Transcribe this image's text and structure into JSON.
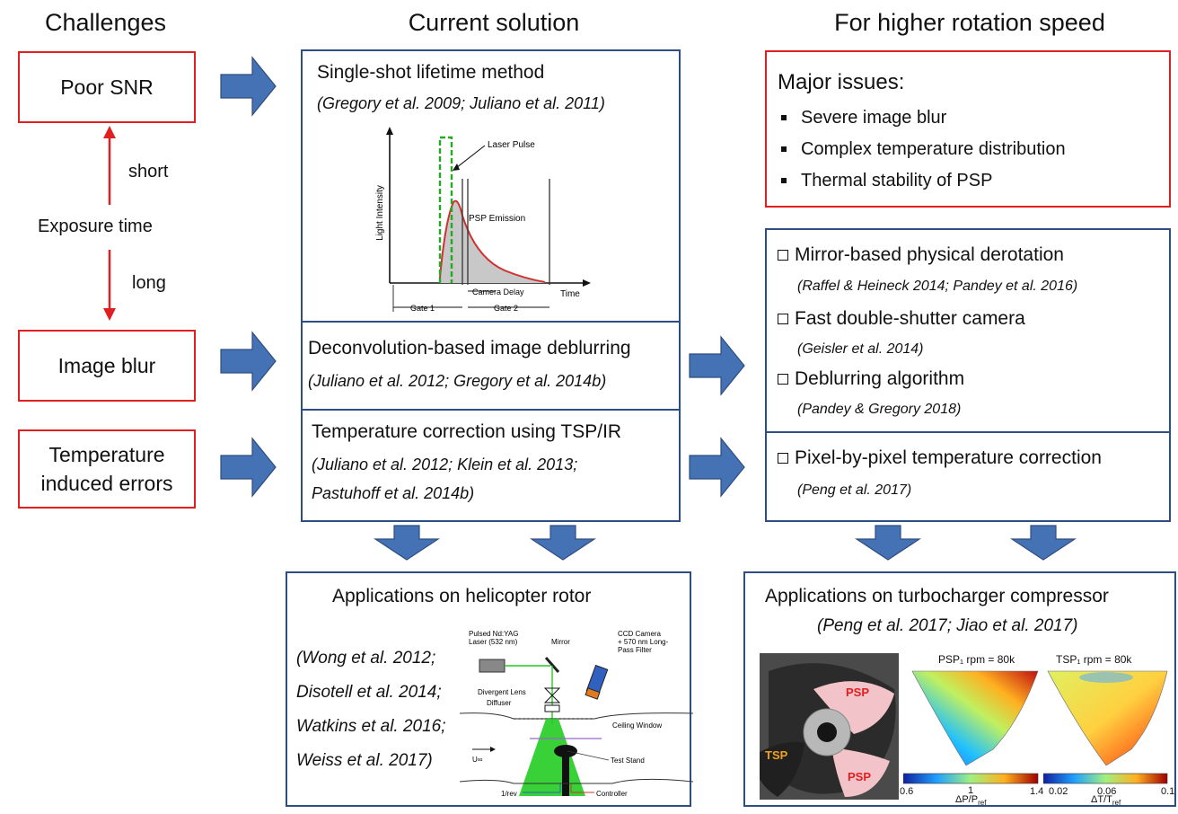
{
  "headers": {
    "challenges": "Challenges",
    "current": "Current solution",
    "higher": "For higher rotation speed"
  },
  "challenges": {
    "poor_snr": "Poor SNR",
    "short": "short",
    "exposure_time": "Exposure time",
    "long": "long",
    "image_blur": "Image blur",
    "temp_line1": "Temperature",
    "temp_line2": "induced errors"
  },
  "current": {
    "single_shot_title": "Single-shot lifetime method",
    "single_shot_cite": "(Gregory et al. 2009; Juliano et al. 2011)",
    "deblur_title": "Deconvolution-based image deblurring",
    "deblur_cite": "(Juliano et al. 2012; Gregory et al. 2014b)",
    "tsp_title": "Temperature correction using TSP/IR",
    "tsp_cite1": "(Juliano et al. 2012; Klein et al. 2013;",
    "tsp_cite2": "Pastuhoff et al. 2014b)"
  },
  "lifetime_plot": {
    "ylabel": "Light Intensity",
    "xlabel": "Time",
    "laser_pulse": "Laser Pulse",
    "psp_emission": "PSP Emission",
    "camera_delay": "Camera Delay",
    "gate1": "Gate 1",
    "gate2": "Gate 2"
  },
  "higher": {
    "major_title": "Major issues:",
    "issues": [
      "Severe image blur",
      "Complex temperature distribution",
      "Thermal stability of PSP"
    ],
    "mirror": "Mirror-based physical derotation",
    "mirror_cite": "(Raffel & Heineck 2014; Pandey et al. 2016)",
    "fast": "Fast double-shutter camera",
    "fast_cite": "(Geisler et al. 2014)",
    "algo": "Deblurring algorithm",
    "algo_cite": "(Pandey  & Gregory  2018)",
    "pixel": "Pixel-by-pixel temperature correction",
    "pixel_cite": "(Peng et al. 2017)"
  },
  "heli": {
    "title": "Applications on helicopter rotor",
    "refs": [
      "(Wong et al. 2012;",
      "Disotell et al. 2014;",
      "Watkins et al. 2016;",
      "Weiss et al. 2017)"
    ],
    "laser": "Pulsed Nd:YAG",
    "laser2": "Laser (532 nm)",
    "mirror": "Mirror",
    "camera": "CCD Camera",
    "camera2": "+ 570 nm Long-",
    "camera3": "Pass Filter",
    "lens": "Divergent Lens",
    "diffuser": "Diffuser",
    "ceiling": "Ceiling Window",
    "uinf": "U∞",
    "stand": "Test Stand",
    "rev": "1/rev",
    "controller": "Controller"
  },
  "turbo": {
    "title": "Applications on turbocharger compressor",
    "cite": "(Peng et al. 2017; Jiao et al. 2017)",
    "psp_label": "PSP",
    "tsp_label": "TSP",
    "psp_map_title": "PSP₁ rpm = 80k",
    "tsp_map_title": "TSP₁ rpm = 80k",
    "psp_ticks": [
      "0.6",
      "1",
      "1.4"
    ],
    "psp_axis": "ΔP/P",
    "psp_axis_sub": "ref",
    "tsp_ticks": [
      "0.02",
      "0.06",
      "0.1"
    ],
    "tsp_axis": "ΔT/T",
    "tsp_axis_sub": "ref"
  },
  "colors": {
    "red": "#e02020",
    "blue_border": "#2f4d80",
    "arrow_blue": "#4472b4",
    "psp_pink": "#f2c3c8",
    "laser_green": "#22cc22"
  }
}
